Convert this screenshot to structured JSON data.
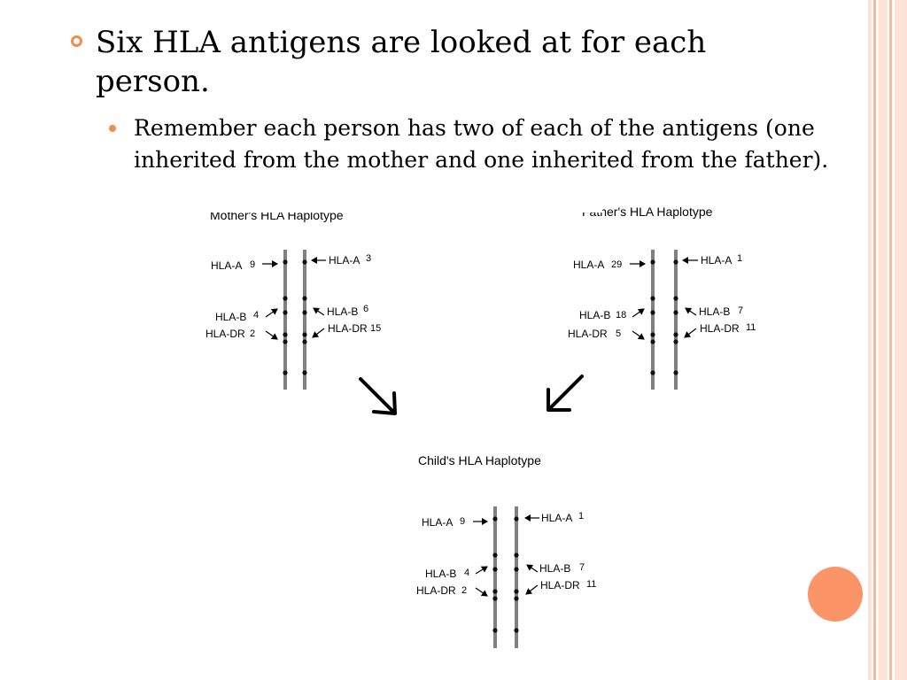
{
  "slide": {
    "bullet_main": "Six HLA antigens are looked at for each person.",
    "bullet_sub": "Remember each person has two of each of the antigens (one inherited from the mother and one inherited from the father)."
  },
  "colors": {
    "accent": "#f28c4f",
    "circle": "#fb9466",
    "border_light": "#fde3d6",
    "border_mid": "#f8b89b",
    "chromosome": "#808080"
  },
  "diagram": {
    "mother": {
      "title": "Mother's HLA Haplotype",
      "left": [
        {
          "label": "HLA-A",
          "value": "9"
        },
        {
          "label": "HLA-B",
          "value": "4"
        },
        {
          "label": "HLA-DR",
          "value": "2"
        }
      ],
      "right": [
        {
          "label": "HLA-A",
          "value": "3"
        },
        {
          "label": "HLA-B",
          "value": "6"
        },
        {
          "label": "HLA-DR",
          "value": "15"
        }
      ]
    },
    "father": {
      "title": "Father's HLA Haplotype",
      "left": [
        {
          "label": "HLA-A",
          "value": "29"
        },
        {
          "label": "HLA-B",
          "value": "18"
        },
        {
          "label": "HLA-DR",
          "value": "5"
        }
      ],
      "right": [
        {
          "label": "HLA-A",
          "value": "1"
        },
        {
          "label": "HLA-B",
          "value": "7"
        },
        {
          "label": "HLA-DR",
          "value": "11"
        }
      ]
    },
    "child": {
      "title": "Child's HLA Haplotype",
      "left": [
        {
          "label": "HLA-A",
          "value": "9"
        },
        {
          "label": "HLA-B",
          "value": "4"
        },
        {
          "label": "HLA-DR",
          "value": "2"
        }
      ],
      "right": [
        {
          "label": "HLA-A",
          "value": "1"
        },
        {
          "label": "HLA-B",
          "value": "7"
        },
        {
          "label": "HLA-DR",
          "value": "11"
        }
      ]
    }
  }
}
